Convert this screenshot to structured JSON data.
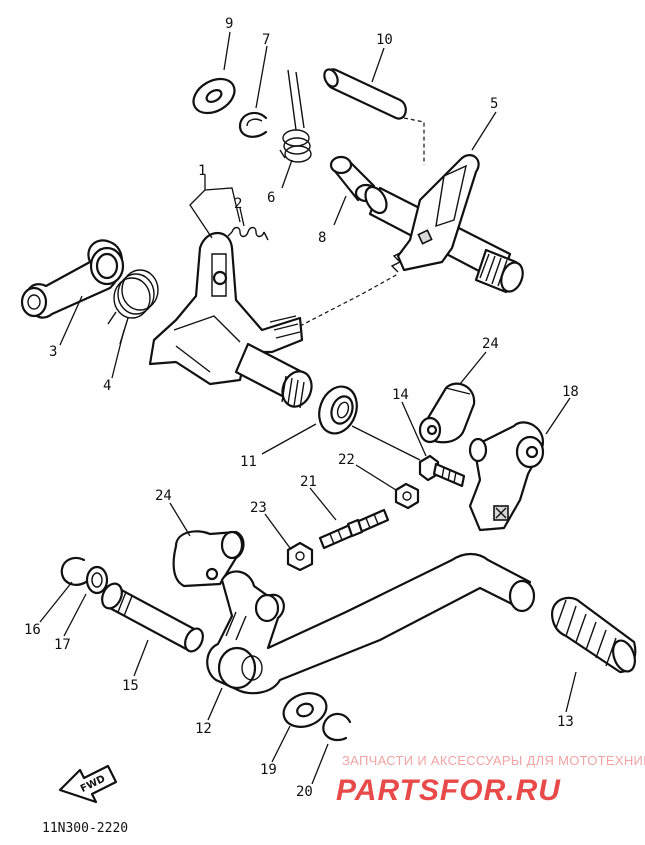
{
  "diagram": {
    "callouts": [
      "1",
      "2",
      "3",
      "4",
      "5",
      "6",
      "7",
      "8",
      "9",
      "10",
      "11",
      "12",
      "13",
      "14",
      "15",
      "16",
      "17",
      "18",
      "19",
      "20",
      "21",
      "22",
      "23",
      "24",
      "24"
    ],
    "fwd_label": "FWD",
    "drawing_code": "11N300-2220",
    "watermark_top": "ЗАПЧАСТИ И АКСЕССУАРЫ ДЛЯ МОТОТЕХНИКИ",
    "watermark_logo": "PARTSFOR.RU"
  }
}
